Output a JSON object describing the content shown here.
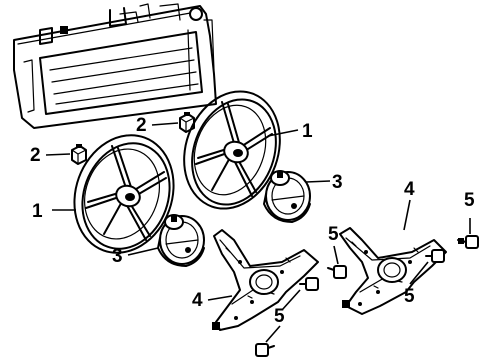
{
  "diagram": {
    "callouts": [
      {
        "id": "fan-right-1",
        "label": "1"
      },
      {
        "id": "fan-left-1",
        "label": "1"
      },
      {
        "id": "nut-top-2",
        "label": "2"
      },
      {
        "id": "nut-left-2",
        "label": "2"
      },
      {
        "id": "motor-right-3",
        "label": "3"
      },
      {
        "id": "motor-left-3",
        "label": "3"
      },
      {
        "id": "shroud-right-4",
        "label": "4"
      },
      {
        "id": "shroud-left-4",
        "label": "4"
      },
      {
        "id": "bolt-far-right-5",
        "label": "5"
      },
      {
        "id": "bolt-mid-5",
        "label": "5"
      },
      {
        "id": "bolt-right-bottom-5",
        "label": "5"
      },
      {
        "id": "bolt-left-bottom-5",
        "label": "5"
      }
    ]
  }
}
